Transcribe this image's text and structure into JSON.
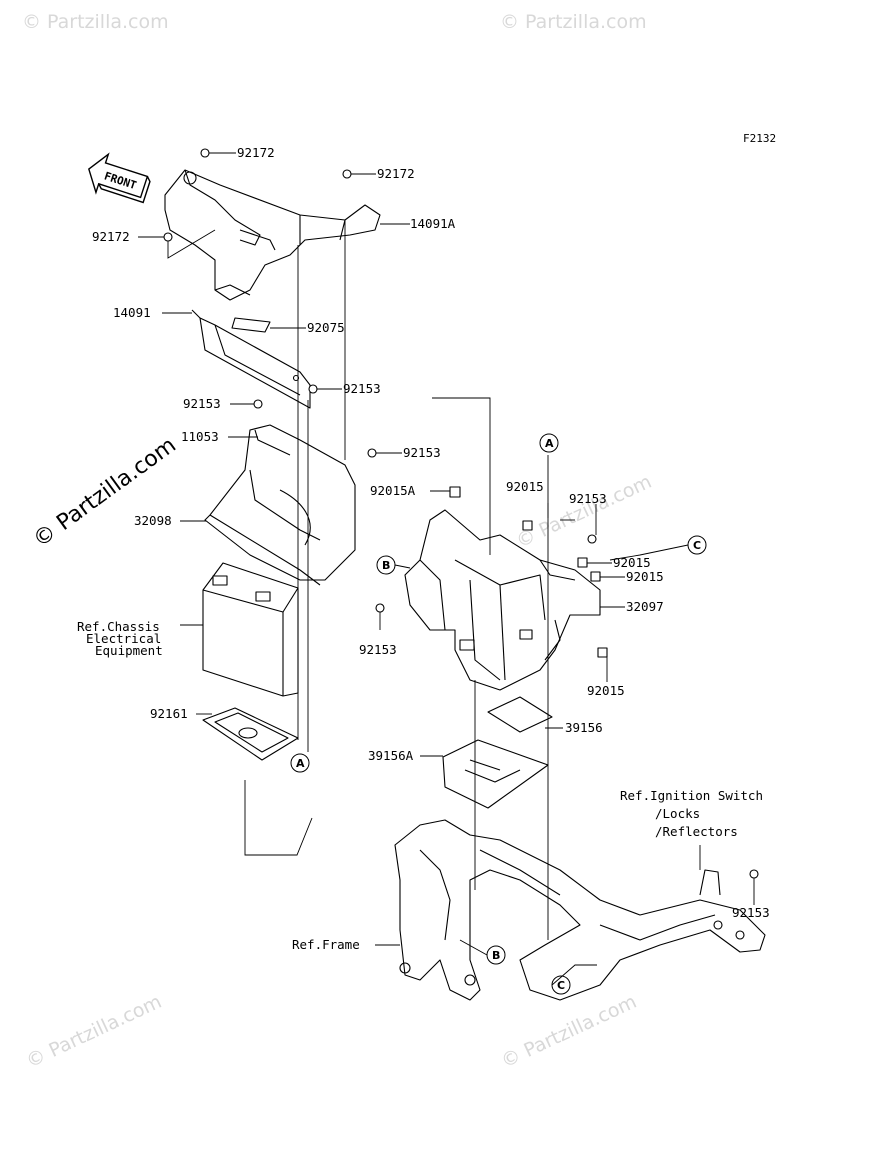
{
  "figure_code": "F2132",
  "front_label": "FRONT",
  "watermarks": {
    "main": "© Partzilla.com",
    "corner": "© Partzilla.com"
  },
  "labels": {
    "p92172_top": "92172",
    "p92172_mid": "92172",
    "p92172_left": "92172",
    "p14091A": "14091A",
    "p14091": "14091",
    "p92075": "92075",
    "p92153_a": "92153",
    "p92153_b": "92153",
    "p11053": "11053",
    "p92153_c": "92153",
    "p92015A": "92015A",
    "p32098": "32098",
    "p92015_top": "92015",
    "p92153_d": "92153",
    "p92015_c1": "92015",
    "p92015_c2": "92015",
    "p32097": "32097",
    "p92153_e": "92153",
    "p92015_low": "92015",
    "p92161": "92161",
    "p39156": "39156",
    "p39156A": "39156A",
    "p92153_f": "92153"
  },
  "references": {
    "chassis_1": "Ref.Chassis",
    "chassis_2": "Electrical",
    "chassis_3": "Equipment",
    "ignition_1": "Ref.Ignition Switch",
    "ignition_2": "/Locks",
    "ignition_3": "/Reflectors",
    "frame": "Ref.Frame"
  },
  "callouts": {
    "a": "A",
    "b": "B",
    "c": "C"
  }
}
